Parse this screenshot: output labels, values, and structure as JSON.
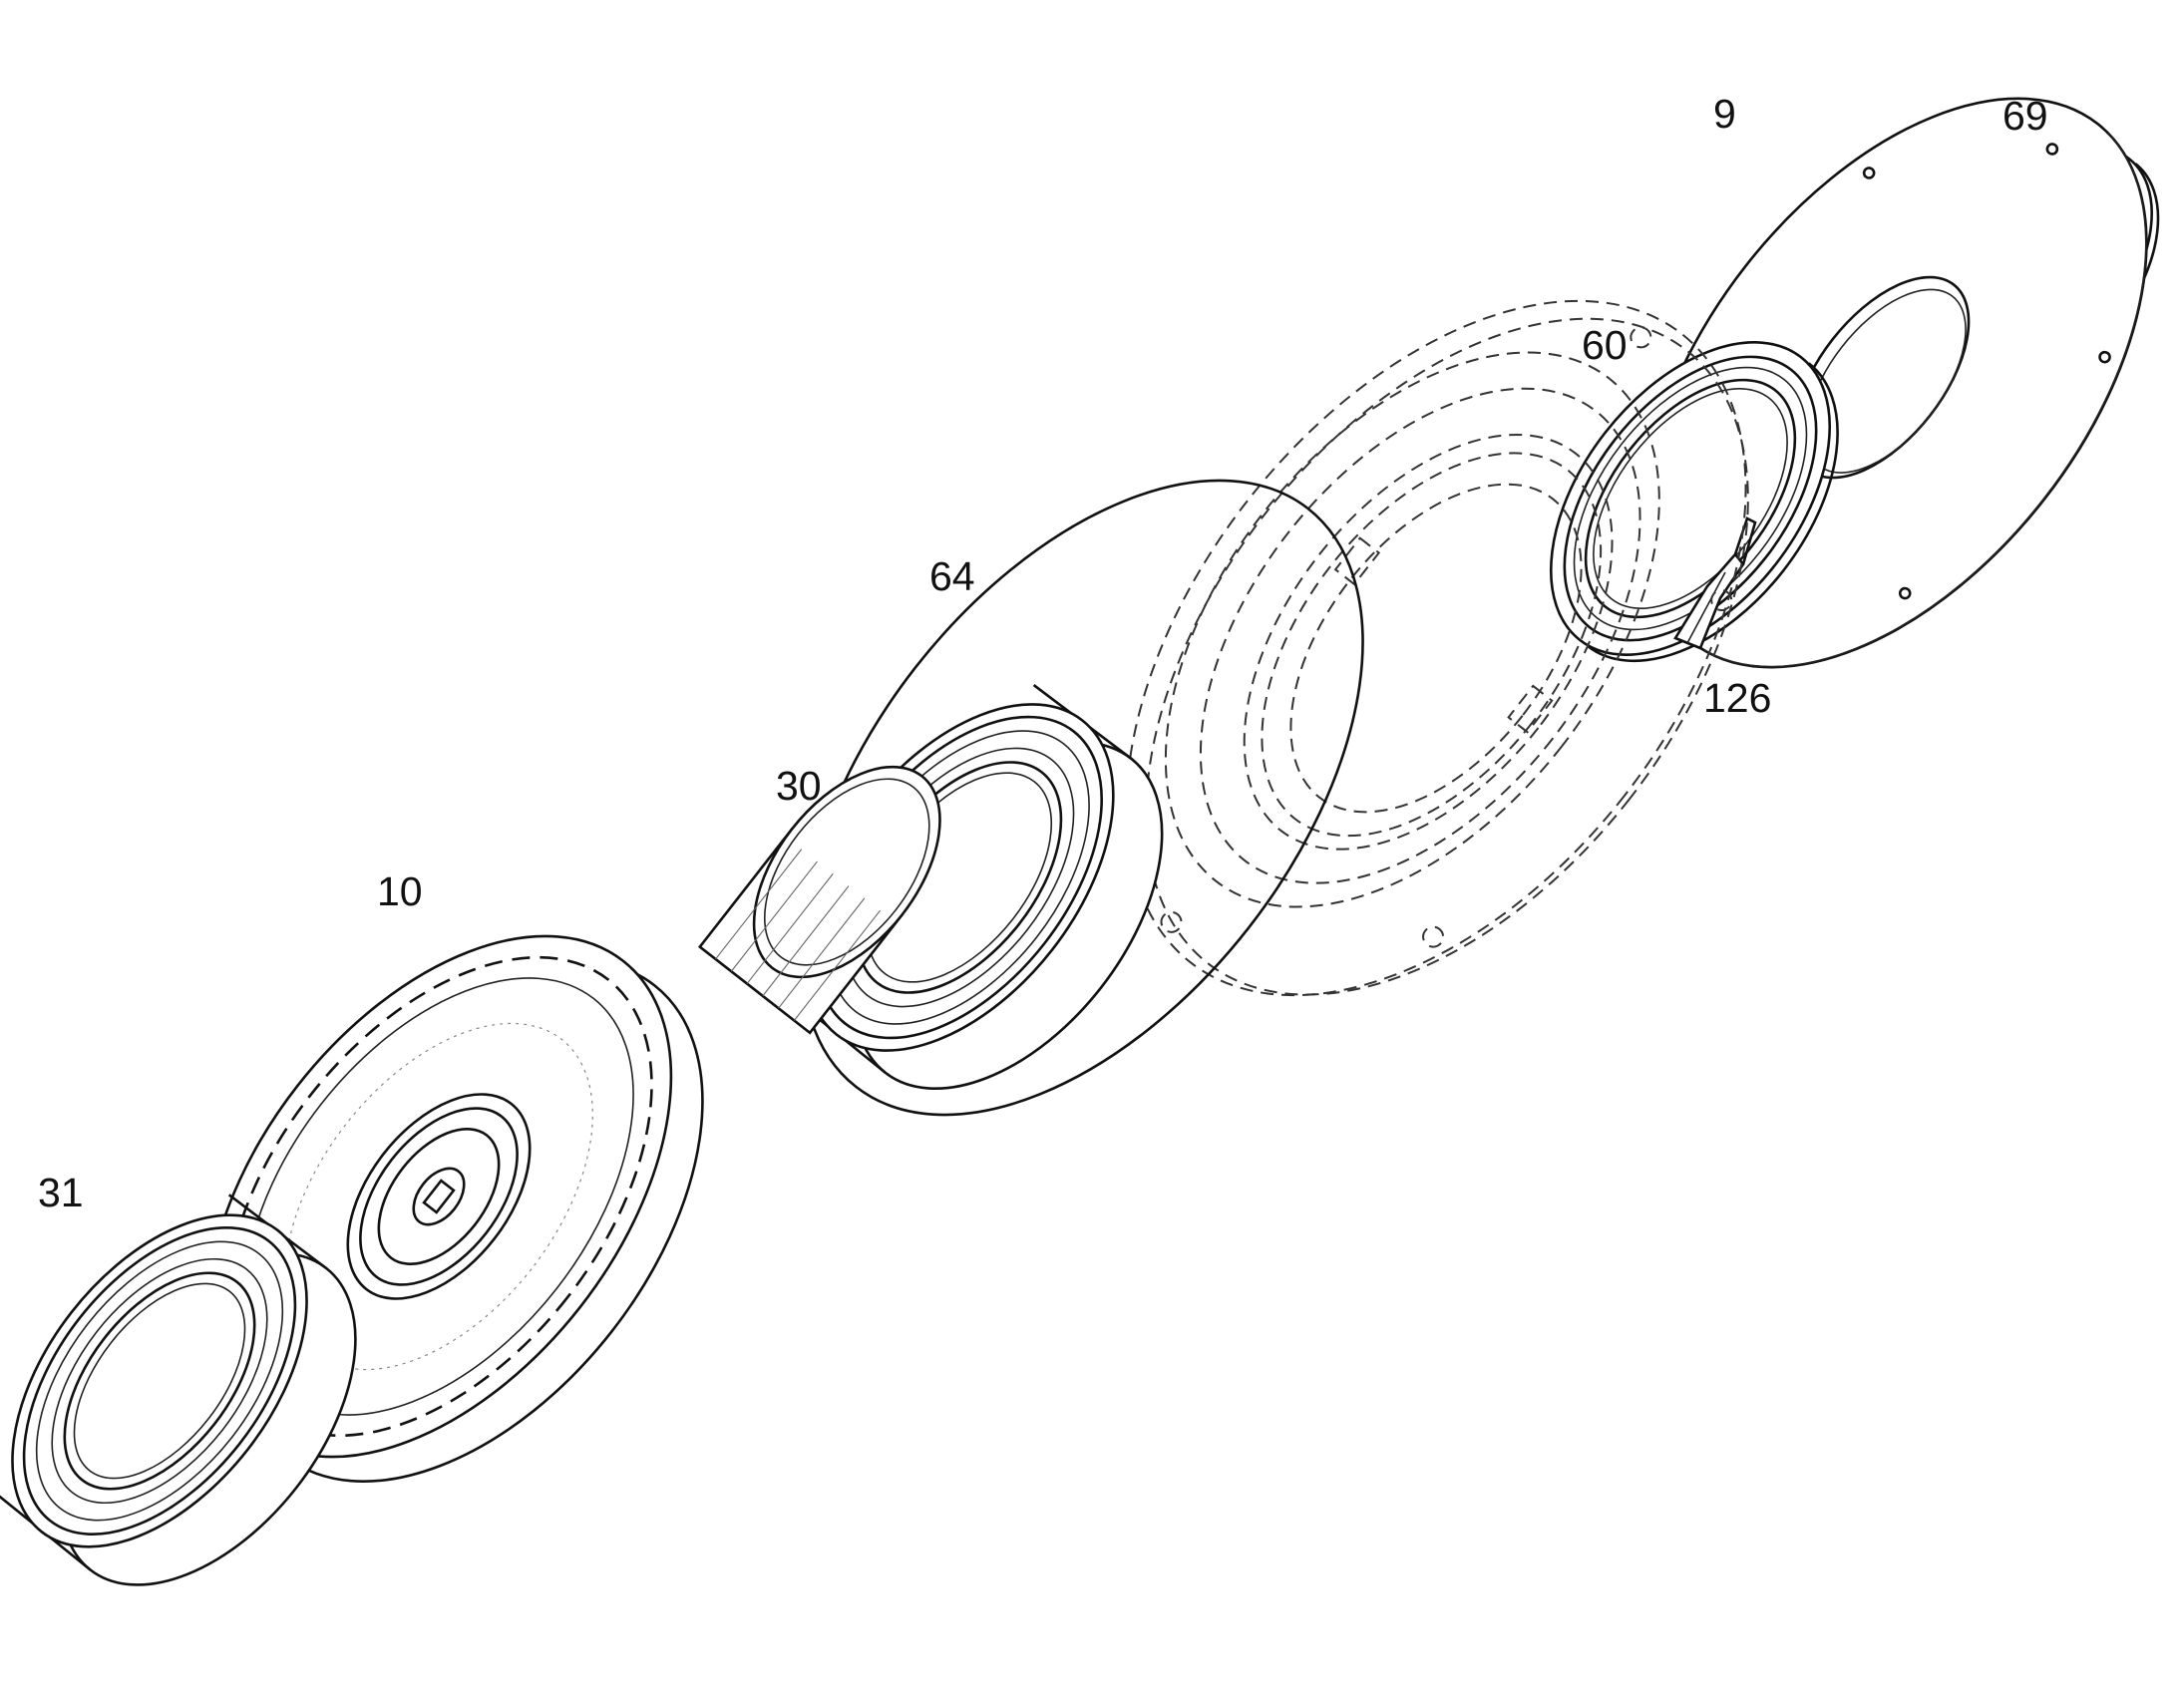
{
  "diagram": {
    "parts": [
      {
        "id": "part-9",
        "callout": "9",
        "icon": "end-cover-plate-icon"
      },
      {
        "id": "part-69",
        "callout": "69",
        "icon": "shaft-seal-ring-icon"
      },
      {
        "id": "part-60",
        "callout": "60",
        "icon": "radial-seal-icon"
      },
      {
        "id": "part-126",
        "callout": "126",
        "icon": "sealing-compound-tube-icon"
      },
      {
        "id": "part-64",
        "callout": "64",
        "icon": "o-ring-icon"
      },
      {
        "id": "part-30",
        "callout": "30",
        "icon": "roller-bearing-icon"
      },
      {
        "id": "part-10",
        "callout": "10",
        "icon": "gear-shaft-icon"
      },
      {
        "id": "part-31",
        "callout": "31",
        "icon": "roller-bearing-icon"
      }
    ],
    "housing_icon": "bearing-housing-phantom-icon"
  }
}
